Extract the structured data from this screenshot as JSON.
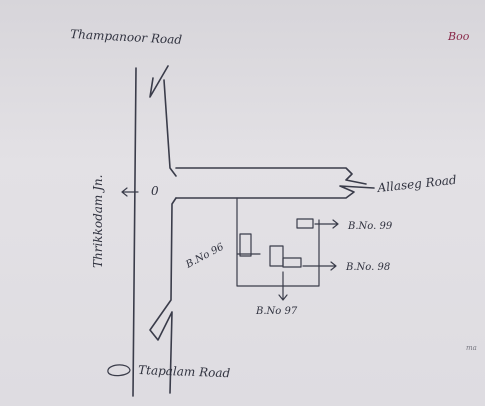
{
  "roads": {
    "top": "Thampanoor Road",
    "bottom": "Ttapalam Road",
    "left": "Thrikkodam Jn.",
    "right": "Allaseg Road"
  },
  "buildings": {
    "b96": "B.No 96",
    "b99": "B.No. 99",
    "b98": "B.No. 98",
    "b97": "B.No 97"
  },
  "marker": "0",
  "margin_notes": {
    "top_right": "Boo",
    "bottom_right": "ma"
  }
}
